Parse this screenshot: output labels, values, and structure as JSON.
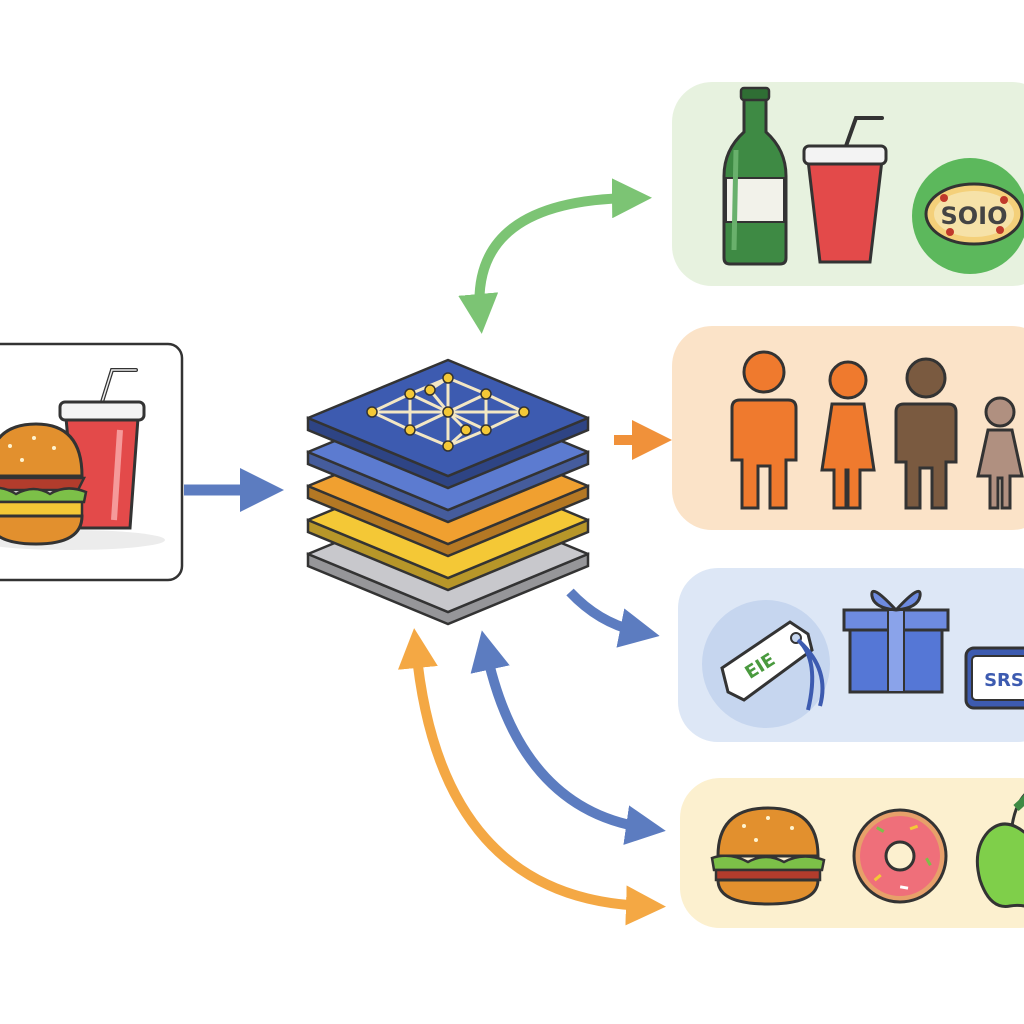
{
  "input": {
    "icons": [
      "burger-icon",
      "soda-cup-icon"
    ]
  },
  "center": {
    "icons": [
      "layered-network-stack-icon",
      "network-graph-icon"
    ],
    "layer_colors": [
      "#3d5bb0",
      "#5c7bd0",
      "#f0a030",
      "#f4c836",
      "#c8c8cc"
    ]
  },
  "panels": [
    {
      "id": "beverages",
      "color": "#e7f2df",
      "arrow_color": "#7cc474",
      "icons": [
        "bottle-icon",
        "soda-cup-icon",
        "pizza-plate-icon"
      ],
      "plate_label": "SOIO"
    },
    {
      "id": "customers",
      "color": "#fbe3c8",
      "arrow_color": "#f0913a",
      "icons": [
        "person-orange-icon",
        "person-orange-dress-icon",
        "person-brown-icon",
        "child-icon"
      ]
    },
    {
      "id": "promotions",
      "color": "#dde7f6",
      "arrow_color": "#5c7cc0",
      "icons": [
        "price-tag-icon",
        "gift-box-icon",
        "coupon-card-icon"
      ],
      "tag_label": "EIE",
      "card_label": "SRS"
    },
    {
      "id": "foods",
      "color": "#fcf0cf",
      "arrow_color": "#5c7cc0",
      "icons": [
        "burger-icon",
        "donut-icon",
        "apple-icon"
      ]
    }
  ],
  "feedback_arrows": [
    {
      "from": "foods",
      "to": "center",
      "color": "#5c7cc0"
    },
    {
      "from": "foods",
      "to": "center",
      "color": "#f4a844"
    }
  ]
}
